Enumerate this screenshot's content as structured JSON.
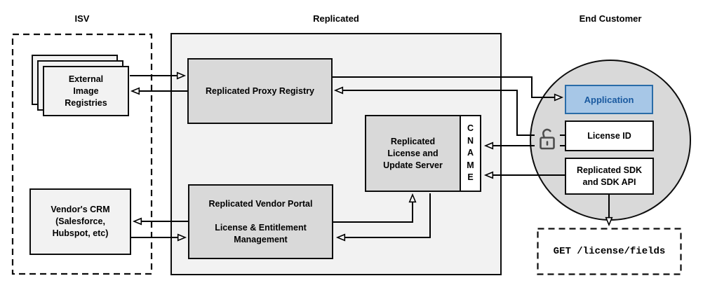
{
  "sections": {
    "isv": "ISV",
    "replicated": "Replicated",
    "end_customer": "End Customer"
  },
  "nodes": {
    "registries": "External\nImage\nRegistries",
    "crm": "Vendor's CRM\n(Salesforce,\nHubspot, etc)",
    "proxy": "Replicated Proxy Registry",
    "server": "Replicated\nLicense and\nUpdate Server",
    "cname": "C\nN\nA\nM\nE",
    "portal": "Replicated Vendor Portal\n\nLicense & Entitlement\nManagement",
    "application": "Application",
    "license_id": "License ID",
    "sdk": "Replicated SDK\nand SDK API",
    "get_endpoint": "GET /license/fields"
  },
  "icons": {
    "lock": "open-padlock-icon"
  },
  "colors": {
    "container_fill": "#f2f2f2",
    "node_fill": "#d9d9d9",
    "light_node_fill": "#f2f2f2",
    "white_fill": "#ffffff",
    "circle_fill": "#d9d9d9",
    "app_fill": "#a7c7e7",
    "app_border": "#2a6ca8",
    "app_text": "#19599f",
    "line": "#000000",
    "lock": "#4d4d4d"
  },
  "edges": [
    {
      "from": "external-image-registries",
      "to": "replicated-proxy-registry",
      "arrow": "open"
    },
    {
      "from": "replicated-proxy-registry",
      "to": "external-image-registries",
      "arrow": "open"
    },
    {
      "from": "replicated-vendor-portal",
      "to": "vendors-crm",
      "arrow": "open"
    },
    {
      "from": "vendors-crm",
      "to": "replicated-vendor-portal",
      "arrow": "open"
    },
    {
      "from": "replicated-vendor-portal",
      "to": "replicated-license-update-server",
      "arrow": "open"
    },
    {
      "from": "replicated-license-update-server",
      "to": "replicated-vendor-portal",
      "arrow": "open"
    },
    {
      "from": "replicated-proxy-registry",
      "to": "application",
      "arrow": "open"
    },
    {
      "from": "license-id",
      "to": "replicated-proxy-registry",
      "via": "open-padlock",
      "arrow": "open"
    },
    {
      "from": "license-id",
      "to": "cname",
      "arrow": "open"
    },
    {
      "from": "replicated-sdk",
      "to": "cname",
      "arrow": "open"
    },
    {
      "from": "replicated-sdk",
      "to": "get-license-fields",
      "arrow": "open"
    }
  ]
}
